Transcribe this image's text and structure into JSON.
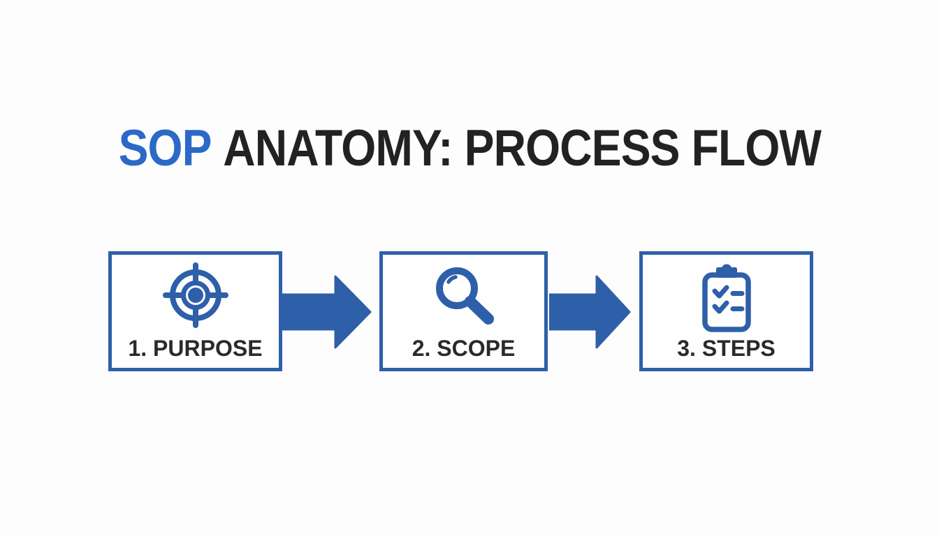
{
  "title": {
    "highlight": "SOP",
    "rest": "ANATOMY: PROCESS FLOW"
  },
  "colors": {
    "accent_blue": "#2e5fa9",
    "title_blue": "#2c69c6",
    "title_dark": "#242122",
    "label_dark": "#2b2929",
    "background": "#fdfdfe"
  },
  "flow": {
    "direction": "left-to-right",
    "connector": "right-block-arrow"
  },
  "steps": [
    {
      "label": "1. PURPOSE",
      "icon": "target-icon"
    },
    {
      "label": "2. SCOPE",
      "icon": "magnifying-glass-icon"
    },
    {
      "label": "3. STEPS",
      "icon": "checklist-clipboard-icon"
    }
  ]
}
